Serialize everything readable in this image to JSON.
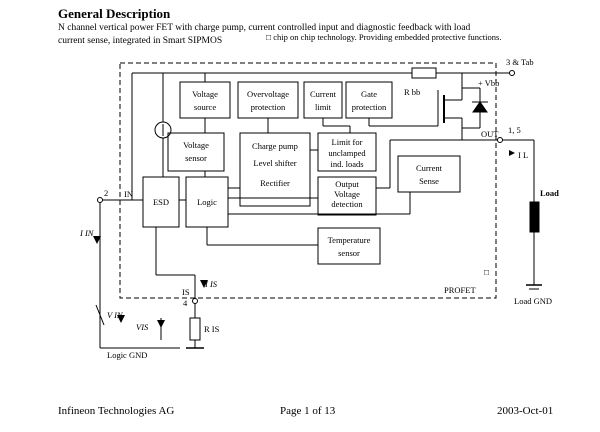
{
  "document": {
    "heading": "General Description",
    "desc_line1": "N channel vertical power FET with charge pump, current controlled input and diagnostic feedback with load",
    "desc_line2a": "current sense, integrated in Smart SIPMOS",
    "desc_line2b": "□ chip on chip technology. Providing embedded protective functions."
  },
  "diagram": {
    "blocks": {
      "voltage_source": [
        "Voltage",
        "source"
      ],
      "overvoltage": [
        "Overvoltage",
        "protection"
      ],
      "current_limit": [
        "Current",
        "limit"
      ],
      "gate_protection": [
        "Gate",
        "protection"
      ],
      "voltage_sensor": [
        "Voltage",
        "sensor"
      ],
      "charge_pump": [
        "Charge pump",
        "Level shifter",
        "Rectifier"
      ],
      "limit_unclamped": [
        "Limit for",
        "unclamped",
        "ind. loads"
      ],
      "current_sense": [
        "Current",
        "Sense"
      ],
      "esd": "ESD",
      "logic": "Logic",
      "output_voltage_detection": [
        "Output",
        "Voltage",
        "detection"
      ],
      "temperature_sensor": [
        "Temperature",
        "sensor"
      ]
    },
    "labels": {
      "pin3": "3 & Tab",
      "vbb": "+ Vbb",
      "rbb": "R bb",
      "out": "OUT",
      "pin15": "1, 5",
      "il": "I L",
      "load": "Load",
      "load_gnd": "Load GND",
      "pin2": "2",
      "in": "IN",
      "iin": "I IN",
      "vin": "V IN",
      "logic_gnd": "Logic GND",
      "iis": "I IS",
      "is": "IS",
      "pin4": "4",
      "vis": "VIS",
      "ris": "R IS",
      "profet": "PROFET",
      "profet_mark": "□"
    }
  },
  "footer": {
    "left": "Infineon Technologies AG",
    "center": "Page 1 of 13",
    "right": "2003-Oct-01"
  }
}
